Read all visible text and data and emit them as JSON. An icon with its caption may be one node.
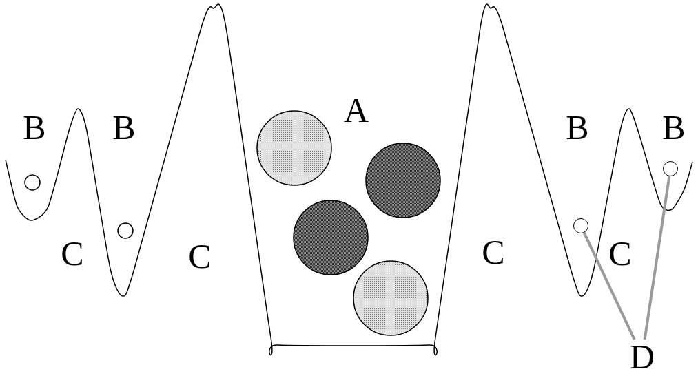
{
  "diagram": {
    "nodes": [
      {
        "text": [
          "D"
        ]
      },
      {
        "text": [],
        "shape": "circle"
      },
      {
        "text": [],
        "shape": "circle"
      }
    ],
    "edges": [
      {
        "from": 0,
        "to": 1,
        "arrow": "none"
      },
      {
        "from": 0,
        "to": 2,
        "arrow": "none"
      }
    ],
    "labels": [
      "A",
      "B",
      "B",
      "B",
      "B",
      "C",
      "C",
      "C",
      "C"
    ]
  }
}
